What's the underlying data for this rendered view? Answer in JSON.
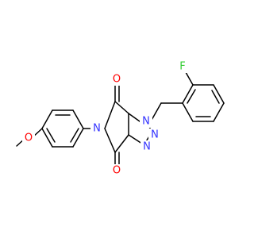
{
  "molecule": {
    "colors": {
      "bond": "#000000",
      "carbon": "#000000",
      "nitrogen": "#3333ff",
      "oxygen": "#ff0000",
      "fluorine": "#33cc33"
    },
    "labels": {
      "F": "F",
      "N1": "N",
      "N2": "N",
      "N3": "N",
      "N4": "N",
      "O_methoxy": "O",
      "O_carbonyl_top": "O",
      "O_carbonyl_bottom": "O"
    }
  }
}
